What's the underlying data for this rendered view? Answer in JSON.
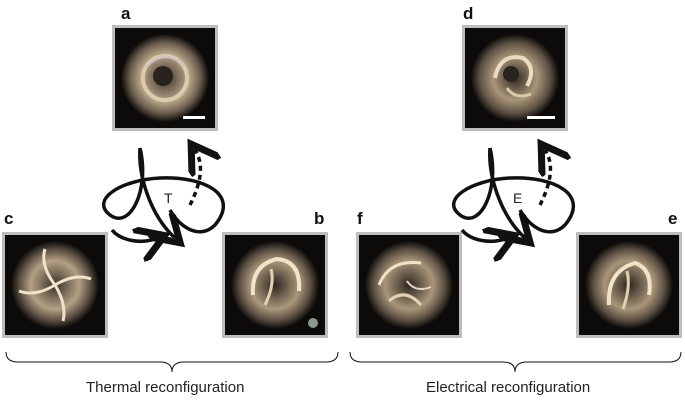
{
  "figure": {
    "panels": [
      {
        "id": "a",
        "label": "a"
      },
      {
        "id": "b",
        "label": "b"
      },
      {
        "id": "c",
        "label": "c"
      },
      {
        "id": "d",
        "label": "d"
      },
      {
        "id": "e",
        "label": "e"
      },
      {
        "id": "f",
        "label": "f"
      }
    ],
    "knots": {
      "thermal_letter": "T",
      "electrical_letter": "E"
    },
    "captions": {
      "thermal": "Thermal reconfiguration",
      "electrical": "Electrical reconfiguration"
    },
    "colors": {
      "panel_border": "#bdbdbd",
      "micrograph_bg": "#0d0b0a",
      "texture_glow": "#d8c6a6",
      "arrow": "#111111"
    }
  }
}
